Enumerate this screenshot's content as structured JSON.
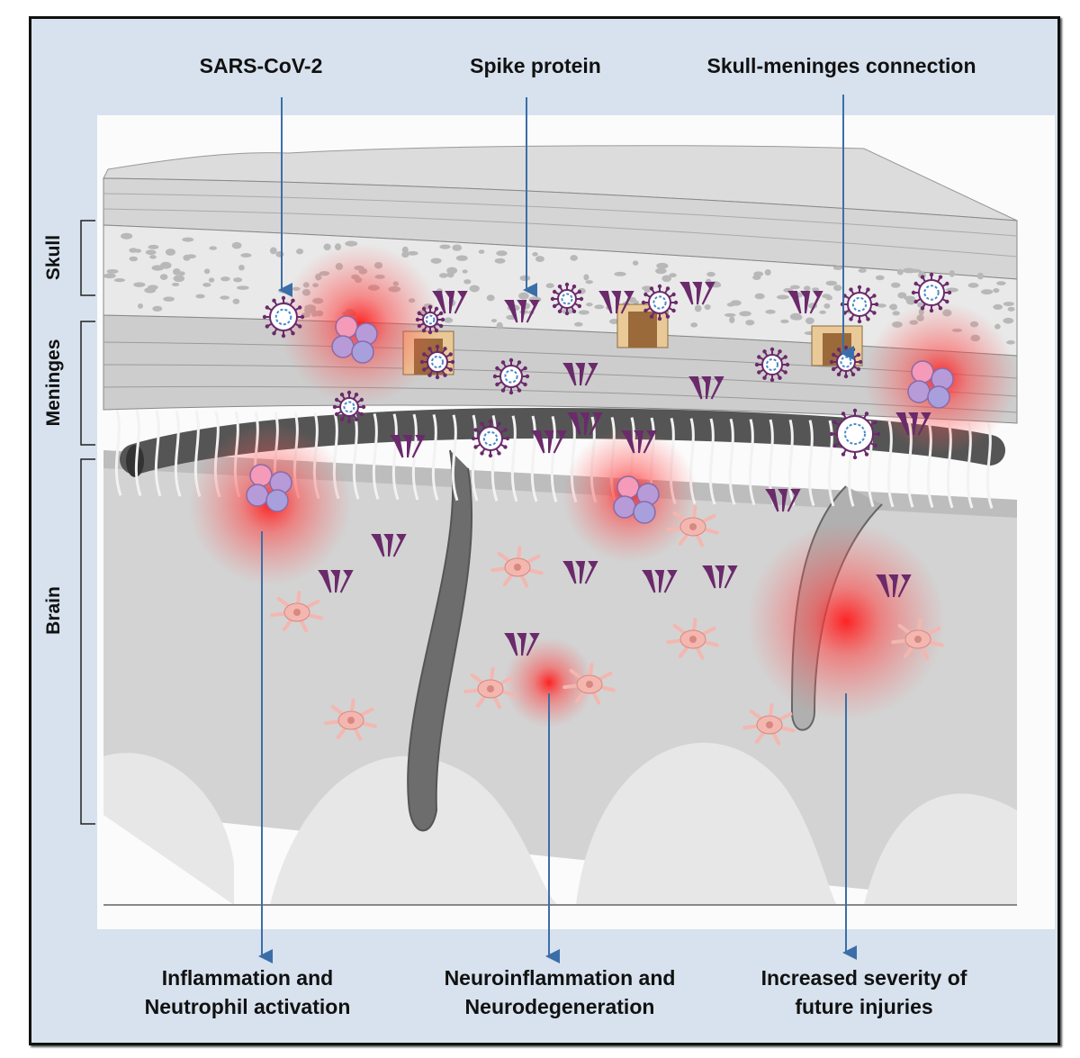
{
  "top_labels": {
    "sars_cov_2": "SARS-CoV-2",
    "spike_protein": "Spike protein",
    "skull_meninges": "Skull-meninges connection"
  },
  "side_labels": {
    "skull": "Skull",
    "meninges": "Meninges",
    "brain": "Brain"
  },
  "bottom_labels": {
    "inflammation": [
      "Inflammation and",
      "Neutrophil activation"
    ],
    "neuroinflammation": [
      "Neuroinflammation and",
      "Neurodegeneration"
    ],
    "severity": [
      "Increased severity of",
      "future injuries"
    ]
  },
  "colors": {
    "background": "#d7e2ee",
    "arrow": "#3b6ea8",
    "inflammation_glow": "#ff2020",
    "virus": "#6b2a6b",
    "neutrophil": "#b79ad8",
    "astrocyte": "#f3b7b0"
  }
}
